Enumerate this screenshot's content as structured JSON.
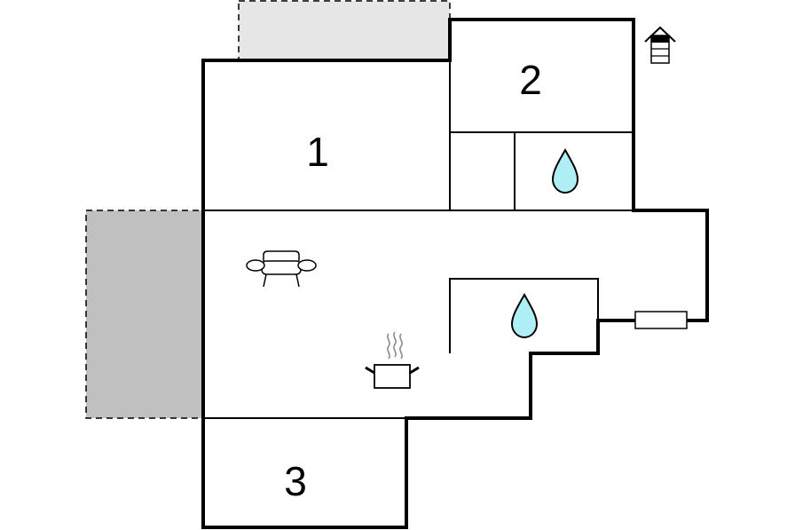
{
  "colors": {
    "wall": "#000000",
    "terrace_light": "#e6e6e6",
    "terrace_dark": "#c0c0c0",
    "water": "#aeeef5",
    "steam": "#8a8a8a",
    "background": "#ffffff"
  },
  "rooms": [
    {
      "label": "1"
    },
    {
      "label": "2"
    },
    {
      "label": "3"
    }
  ],
  "icons": {
    "sofa": "sofa-icon",
    "cooking_pot": "cooking-pot-icon",
    "water_drop": "water-drop-icon",
    "house": "house-icon"
  }
}
